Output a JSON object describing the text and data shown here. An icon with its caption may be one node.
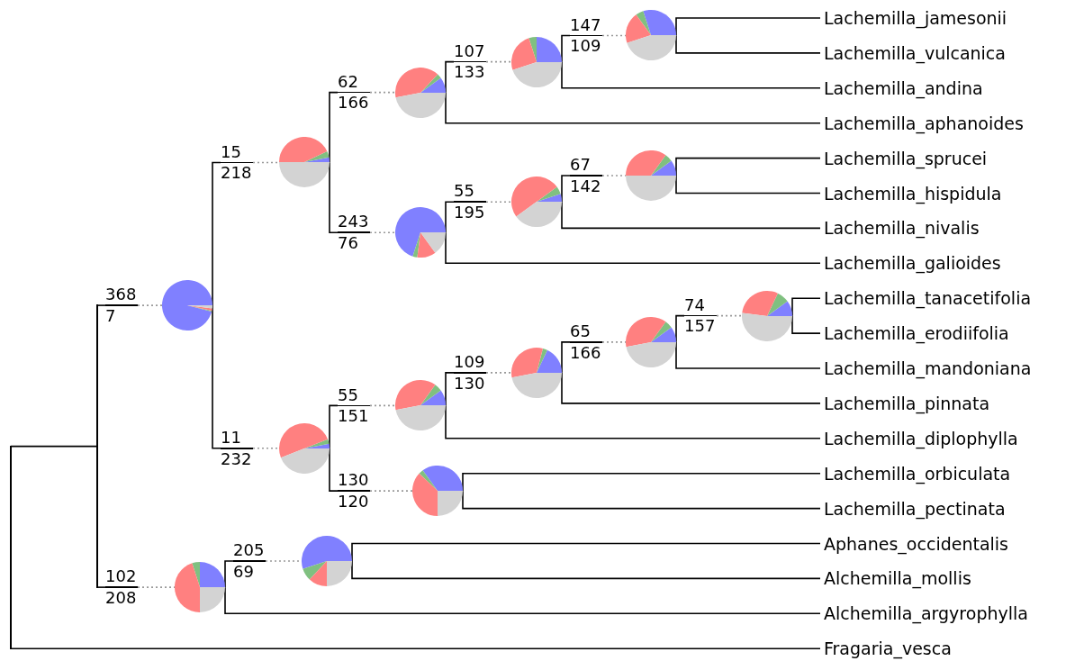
{
  "diagram": {
    "nodes": [
      {
        "text": [],
        "shape": "bar"
      },
      {
        "text": [],
        "shape": "bar"
      },
      {
        "text": [
          "368",
          "7"
        ]
      },
      {
        "text": [],
        "shape": "pie"
      },
      {
        "text": [
          "15",
          "218"
        ]
      },
      {
        "text": [],
        "shape": "pie"
      },
      {
        "text": [
          "62",
          "166"
        ]
      },
      {
        "text": [],
        "shape": "pie"
      },
      {
        "text": [
          "107",
          "133"
        ]
      },
      {
        "text": [],
        "shape": "pie"
      },
      {
        "text": [
          "147",
          "109"
        ]
      },
      {
        "text": [],
        "shape": "pie"
      },
      {
        "text": [
          "Lachemilla_jamesonii"
        ]
      },
      {
        "text": [
          "Lachemilla_vulcanica"
        ]
      },
      {
        "text": [
          "Lachemilla_andina"
        ]
      },
      {
        "text": [
          "Lachemilla_aphanoides"
        ]
      },
      {
        "text": [
          "243",
          "76"
        ]
      },
      {
        "text": [],
        "shape": "pie"
      },
      {
        "text": [
          "55",
          "195"
        ]
      },
      {
        "text": [],
        "shape": "pie"
      },
      {
        "text": [
          "67",
          "142"
        ]
      },
      {
        "text": [],
        "shape": "pie"
      },
      {
        "text": [
          "Lachemilla_sprucei"
        ]
      },
      {
        "text": [
          "Lachemilla_hispidula"
        ]
      },
      {
        "text": [
          "Lachemilla_nivalis"
        ]
      },
      {
        "text": [
          "Lachemilla_galioides"
        ]
      },
      {
        "text": [
          "11",
          "232"
        ]
      },
      {
        "text": [],
        "shape": "pie"
      },
      {
        "text": [
          "55",
          "151"
        ]
      },
      {
        "text": [],
        "shape": "pie"
      },
      {
        "text": [
          "109",
          "130"
        ]
      },
      {
        "text": [],
        "shape": "pie"
      },
      {
        "text": [
          "65",
          "166"
        ]
      },
      {
        "text": [],
        "shape": "pie"
      },
      {
        "text": [
          "74",
          "157"
        ]
      },
      {
        "text": [],
        "shape": "pie"
      },
      {
        "text": [
          "Lachemilla_tanacetifolia"
        ]
      },
      {
        "text": [
          "Lachemilla_erodiifolia"
        ]
      },
      {
        "text": [
          "Lachemilla_mandoniana"
        ]
      },
      {
        "text": [
          "Lachemilla_pinnata"
        ]
      },
      {
        "text": [
          "Lachemilla_diplophylla"
        ]
      },
      {
        "text": [
          "130",
          "120"
        ]
      },
      {
        "text": [],
        "shape": "pie"
      },
      {
        "text": [
          "Lachemilla_orbiculata"
        ]
      },
      {
        "text": [
          "Lachemilla_pectinata"
        ]
      },
      {
        "text": [
          "102",
          "208"
        ]
      },
      {
        "text": [],
        "shape": "pie"
      },
      {
        "text": [
          "205",
          "69"
        ]
      },
      {
        "text": [],
        "shape": "pie"
      },
      {
        "text": [
          "Aphanes_occidentalis"
        ]
      },
      {
        "text": [
          "Alchemilla_mollis"
        ]
      },
      {
        "text": [
          "Alchemilla_argyrophylla"
        ]
      },
      {
        "text": [
          "Fragaria_vesca"
        ]
      }
    ],
    "edges": [
      {
        "from": 0,
        "to": 1,
        "arrow": "none"
      },
      {
        "from": 0,
        "to": 52,
        "arrow": "none"
      },
      {
        "from": 1,
        "to": 2,
        "arrow": "none"
      },
      {
        "from": 2,
        "to": 3,
        "arrow": "none",
        "style": "dashed",
        "color": "#999999"
      },
      {
        "from": 1,
        "to": 45,
        "arrow": "none"
      },
      {
        "from": 45,
        "to": 46,
        "arrow": "none",
        "style": "dashed",
        "color": "#999999"
      },
      {
        "from": 3,
        "to": 4,
        "arrow": "none"
      },
      {
        "from": 4,
        "to": 5,
        "arrow": "none",
        "style": "dashed",
        "color": "#999999"
      },
      {
        "from": 3,
        "to": 26,
        "arrow": "none"
      },
      {
        "from": 26,
        "to": 27,
        "arrow": "none",
        "style": "dashed",
        "color": "#999999"
      },
      {
        "from": 5,
        "to": 6,
        "arrow": "none"
      },
      {
        "from": 6,
        "to": 7,
        "arrow": "none",
        "style": "dashed",
        "color": "#999999"
      },
      {
        "from": 5,
        "to": 16,
        "arrow": "none"
      },
      {
        "from": 16,
        "to": 17,
        "arrow": "none",
        "style": "dashed",
        "color": "#999999"
      },
      {
        "from": 7,
        "to": 8,
        "arrow": "none"
      },
      {
        "from": 8,
        "to": 9,
        "arrow": "none",
        "style": "dashed",
        "color": "#999999"
      },
      {
        "from": 7,
        "to": 15,
        "arrow": "none"
      },
      {
        "from": 9,
        "to": 10,
        "arrow": "none"
      },
      {
        "from": 10,
        "to": 11,
        "arrow": "none",
        "style": "dashed",
        "color": "#999999"
      },
      {
        "from": 9,
        "to": 14,
        "arrow": "none"
      },
      {
        "from": 11,
        "to": 12,
        "arrow": "none"
      },
      {
        "from": 11,
        "to": 13,
        "arrow": "none"
      },
      {
        "from": 17,
        "to": 18,
        "arrow": "none"
      },
      {
        "from": 18,
        "to": 19,
        "arrow": "none",
        "style": "dashed",
        "color": "#999999"
      },
      {
        "from": 17,
        "to": 25,
        "arrow": "none"
      },
      {
        "from": 19,
        "to": 20,
        "arrow": "none"
      },
      {
        "from": 20,
        "to": 21,
        "arrow": "none",
        "style": "dashed",
        "color": "#999999"
      },
      {
        "from": 19,
        "to": 24,
        "arrow": "none"
      },
      {
        "from": 21,
        "to": 22,
        "arrow": "none"
      },
      {
        "from": 21,
        "to": 23,
        "arrow": "none"
      },
      {
        "from": 27,
        "to": 28,
        "arrow": "none"
      },
      {
        "from": 28,
        "to": 29,
        "arrow": "none",
        "style": "dashed",
        "color": "#999999"
      },
      {
        "from": 27,
        "to": 41,
        "arrow": "none"
      },
      {
        "from": 41,
        "to": 42,
        "arrow": "none",
        "style": "dashed",
        "color": "#999999"
      },
      {
        "from": 29,
        "to": 30,
        "arrow": "none"
      },
      {
        "from": 30,
        "to": 31,
        "arrow": "none",
        "style": "dashed",
        "color": "#999999"
      },
      {
        "from": 29,
        "to": 40,
        "arrow": "none"
      },
      {
        "from": 31,
        "to": 32,
        "arrow": "none"
      },
      {
        "from": 32,
        "to": 33,
        "arrow": "none",
        "style": "dashed",
        "color": "#999999"
      },
      {
        "from": 31,
        "to": 39,
        "arrow": "none"
      },
      {
        "from": 33,
        "to": 34,
        "arrow": "none"
      },
      {
        "from": 34,
        "to": 35,
        "arrow": "none",
        "style": "dashed",
        "color": "#999999"
      },
      {
        "from": 33,
        "to": 38,
        "arrow": "none"
      },
      {
        "from": 35,
        "to": 36,
        "arrow": "none"
      },
      {
        "from": 35,
        "to": 37,
        "arrow": "none"
      },
      {
        "from": 42,
        "to": 43,
        "arrow": "none"
      },
      {
        "from": 42,
        "to": 44,
        "arrow": "none"
      },
      {
        "from": 46,
        "to": 47,
        "arrow": "none"
      },
      {
        "from": 47,
        "to": 48,
        "arrow": "none",
        "style": "dashed",
        "color": "#999999"
      },
      {
        "from": 46,
        "to": 51,
        "arrow": "none"
      },
      {
        "from": 48,
        "to": 49,
        "arrow": "none"
      },
      {
        "from": 48,
        "to": 50,
        "arrow": "none"
      }
    ]
  }
}
